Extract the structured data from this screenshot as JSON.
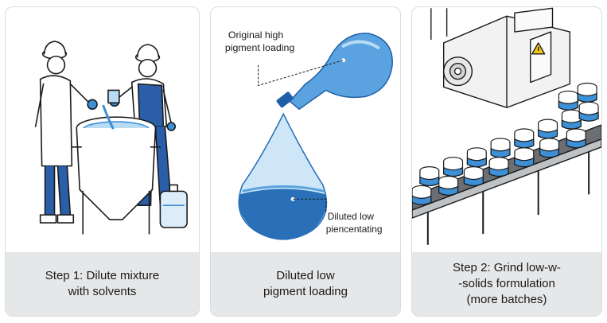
{
  "panels": [
    {
      "caption": "Step 1: Dilute mixture\nwith solvents"
    },
    {
      "caption": "Diluted low\npigment loading",
      "label_top_line1": "Original high",
      "label_top_line2": "pigment loading",
      "label_bottom_line1": "Diluted low",
      "label_bottom_line2": "piencentating"
    },
    {
      "caption": "Step 2: Grind low-w-\n-solids formulation\n(more batches)"
    }
  ],
  "colors": {
    "accent_blue": "#3d8fd6",
    "dark_blue": "#1f5fa8",
    "light_blue": "#b9dcf4",
    "caption_bg": "#e6e7e9",
    "warning_yellow": "#f2c318"
  },
  "icons": [
    "warning-triangle-icon"
  ]
}
